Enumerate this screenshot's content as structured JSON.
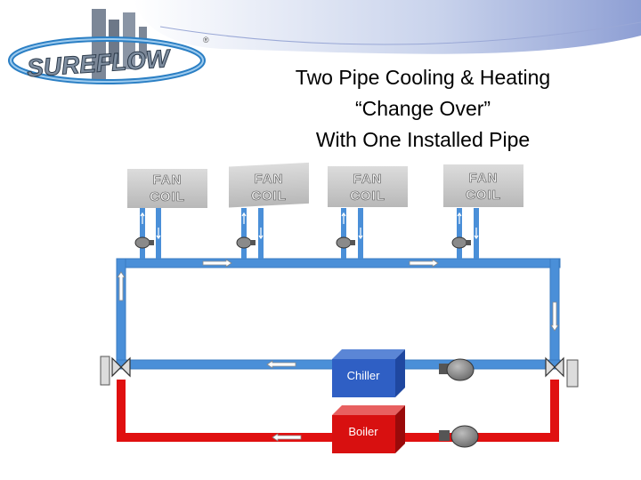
{
  "logo": {
    "text": "SUREFLOW",
    "registered_mark": "®"
  },
  "title": {
    "line1": "Two Pipe Cooling & Heating",
    "line2": "“Change Over”",
    "line3": "With One Installed Pipe"
  },
  "fan_coils": [
    {
      "line1": "FAN",
      "line2": "COIL"
    },
    {
      "line1": "FAN",
      "line2": "COIL"
    },
    {
      "line1": "FAN",
      "line2": "COIL"
    },
    {
      "line1": "FAN",
      "line2": "COIL"
    }
  ],
  "equipment": {
    "chiller": "Chiller",
    "boiler": "Boiler"
  },
  "colors": {
    "cold_pipe": "#4a8fd8",
    "hot_pipe": "#e01010",
    "chiller": "#2f5fc4",
    "boiler": "#d81010",
    "fan_coil_box": "#cfcfcf"
  },
  "icons": [
    "swoosh-header",
    "building-logo",
    "pump-icon",
    "valve-icon",
    "flow-arrow-icon",
    "three-way-valve-icon"
  ]
}
